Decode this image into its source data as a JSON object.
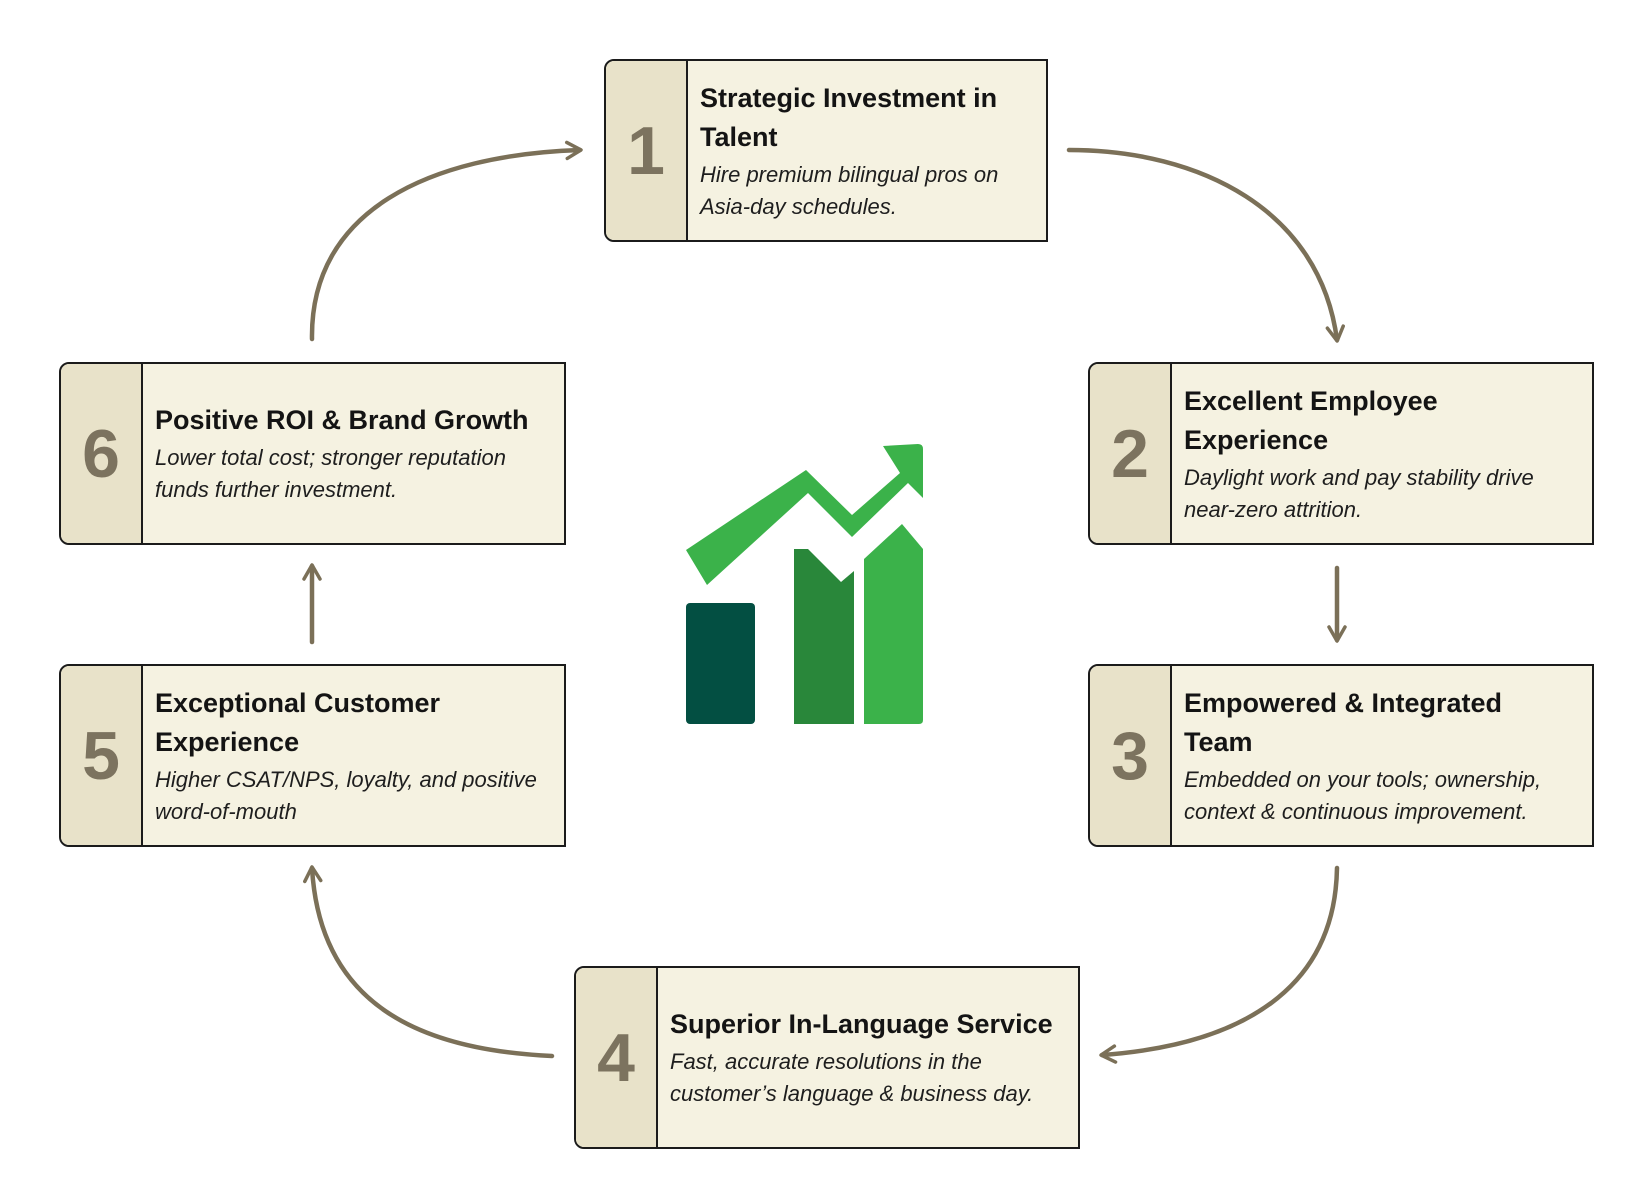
{
  "steps": [
    {
      "number": "1",
      "title": "Strategic Investment in Talent",
      "description": "Hire premium bilingual pros on Asia-day schedules."
    },
    {
      "number": "2",
      "title": "Excellent Employee Experience",
      "description": "Daylight work and pay stability drive near-zero attrition."
    },
    {
      "number": "3",
      "title": "Empowered & Integrated Team",
      "description": "Embedded on your tools; ownership, context & continuous improvement."
    },
    {
      "number": "4",
      "title": "Superior In-Language Service",
      "description": "Fast, accurate resolutions in the customer’s language & business day."
    },
    {
      "number": "5",
      "title": "Exceptional Customer Experience",
      "description": "Higher CSAT/NPS, loyalty, and positive word-of-mouth"
    },
    {
      "number": "6",
      "title": "Positive ROI & Brand Growth",
      "description": "Lower total cost; stronger reputation funds further investment."
    }
  ],
  "center_icon": "growth-chart-icon",
  "colors": {
    "card_fill": "#f5f2e1",
    "number_cell_fill": "#e8e2c9",
    "number_text": "#7c735f",
    "border": "#1b1b1b",
    "arrow": "#7b7058",
    "icon_dark_green": "#034f42",
    "icon_mid_green": "#29873a",
    "icon_light_green": "#3bb24a"
  }
}
